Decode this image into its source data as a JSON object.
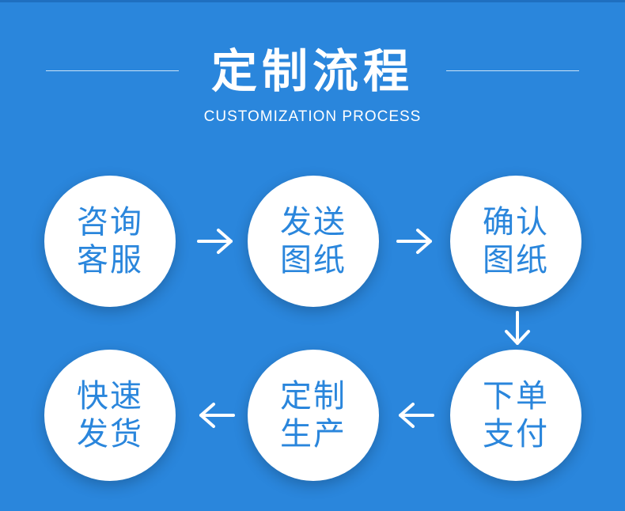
{
  "title": "定制流程",
  "subtitle": "CUSTOMIZATION PROCESS",
  "steps": [
    {
      "line1": "咨询",
      "line2": "客服"
    },
    {
      "line1": "发送",
      "line2": "图纸"
    },
    {
      "line1": "确认",
      "line2": "图纸"
    },
    {
      "line1": "下单",
      "line2": "支付"
    },
    {
      "line1": "定制",
      "line2": "生产"
    },
    {
      "line1": "快速",
      "line2": "发货"
    }
  ],
  "colors": {
    "background": "#2a86dc",
    "circle": "#ffffff",
    "text_on_circle": "#2a86dc"
  }
}
